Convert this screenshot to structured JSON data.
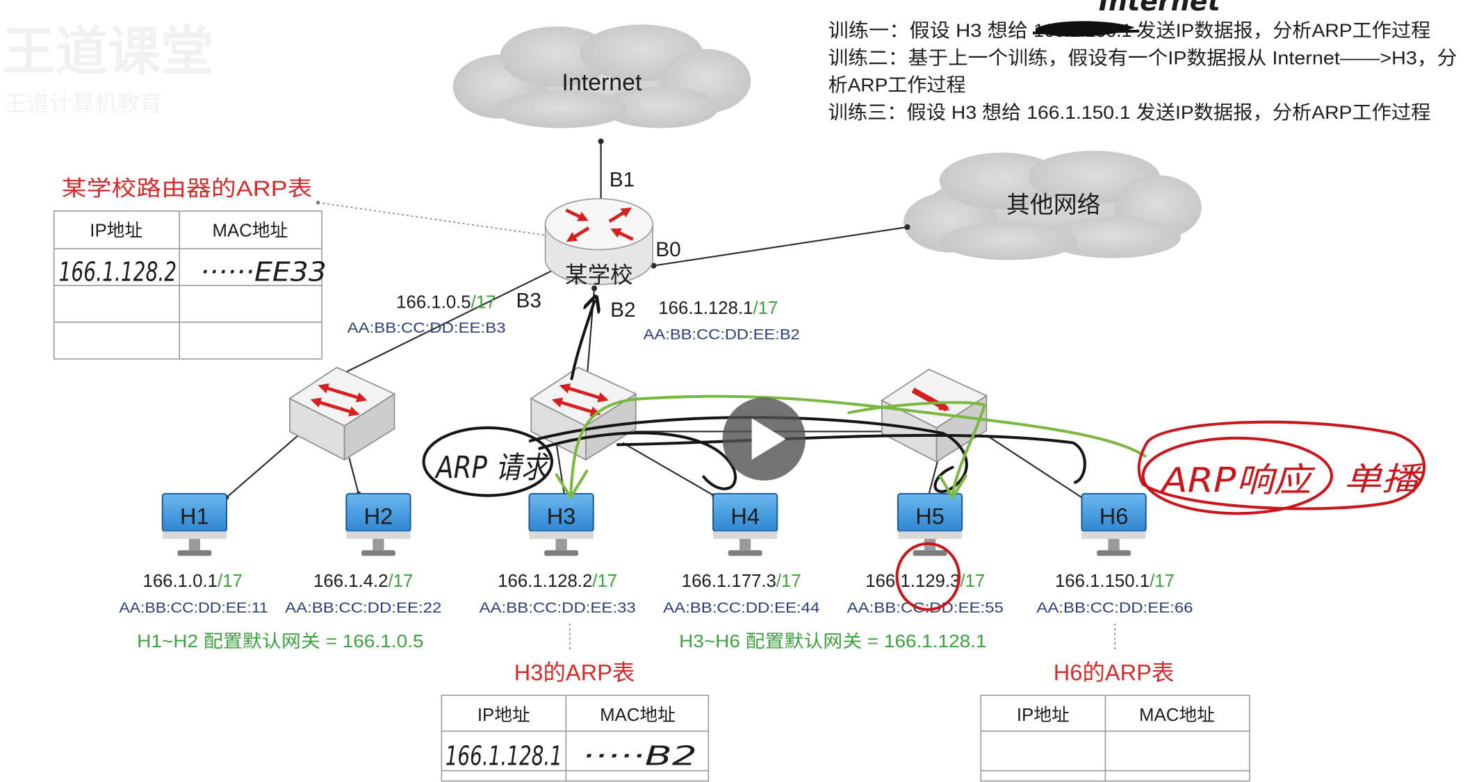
{
  "watermark": {
    "line1": "王道课堂",
    "line2": "王道计算机教育"
  },
  "handwritten_top": "Internet",
  "exercises": {
    "ex1": {
      "prefix": "训练一：假设 H3 想给 ",
      "struck": "166.1.150.1",
      "suffix": "发送IP数据报，分析ARP工作过程"
    },
    "ex2": {
      "line1": "训练二：基于上一个训练，假设有一个IP数据报从 Internet——>H3，分",
      "line2": "析ARP工作过程"
    },
    "ex3": {
      "text": "训练三：假设 H3 想给 166.1.150.1 发送IP数据报，分析ARP工作过程"
    }
  },
  "clouds": {
    "internet": "Internet",
    "other": "其他网络"
  },
  "router": {
    "name": "某学校",
    "ports": {
      "b0": "B0",
      "b1": "B1",
      "b2": "B2",
      "b3": "B3"
    },
    "b3_ip": "166.1.0.5",
    "b3_prefix": "/17",
    "b3_mac": "AA:BB:CC:DD:EE:B3",
    "b2_ip": "166.1.128.1",
    "b2_prefix": "/17",
    "b2_mac": "AA:BB:CC:DD:EE:B2"
  },
  "hosts": [
    {
      "name": "H1",
      "ip": "166.1.0.1",
      "prefix": "/17",
      "mac": "AA:BB:CC:DD:EE:11"
    },
    {
      "name": "H2",
      "ip": "166.1.4.2",
      "prefix": "/17",
      "mac": "AA:BB:CC:DD:EE:22"
    },
    {
      "name": "H3",
      "ip": "166.1.128.2",
      "prefix": "/17",
      "mac": "AA:BB:CC:DD:EE:33"
    },
    {
      "name": "H4",
      "ip": "166.1.177.3",
      "prefix": "/17",
      "mac": "AA:BB:CC:DD:EE:44"
    },
    {
      "name": "H5",
      "ip": "166.1.129.3",
      "prefix": "/17",
      "mac": "AA:BB:CC:DD:EE:55"
    },
    {
      "name": "H6",
      "ip": "166.1.150.1",
      "prefix": "/17",
      "mac": "AA:BB:CC:DD:EE:66"
    }
  ],
  "gateways": {
    "left": "H1~H2 配置默认网关 = 166.1.0.5",
    "right": "H3~H6 配置默认网关 = 166.1.128.1"
  },
  "tables": {
    "router": {
      "title": "某学校路由器的ARP表",
      "headers": [
        "IP地址",
        "MAC地址"
      ],
      "rows": [
        [
          "166.1.128.2",
          "······EE33"
        ],
        [
          "",
          ""
        ],
        [
          "",
          ""
        ]
      ]
    },
    "h3": {
      "title": "H3的ARP表",
      "headers": [
        "IP地址",
        "MAC地址"
      ],
      "rows": [
        [
          "166.1.128.1",
          "·····B2"
        ]
      ]
    },
    "h6": {
      "title": "H6的ARP表",
      "headers": [
        "IP地址",
        "MAC地址"
      ],
      "rows": []
    }
  },
  "annotations": {
    "arp_request": "ARP 请求",
    "arp_response": "ARP响应",
    "unicast": "单播"
  },
  "video": {
    "control_icon": "play-icon"
  },
  "colors": {
    "title_red": "#d42a2a",
    "prefix_green": "#3ca23c",
    "mac_navy": "#2e3d78",
    "annotation_red": "#c8161d",
    "annotation_green": "#7ab83f",
    "host_blue": "#3a96de"
  }
}
